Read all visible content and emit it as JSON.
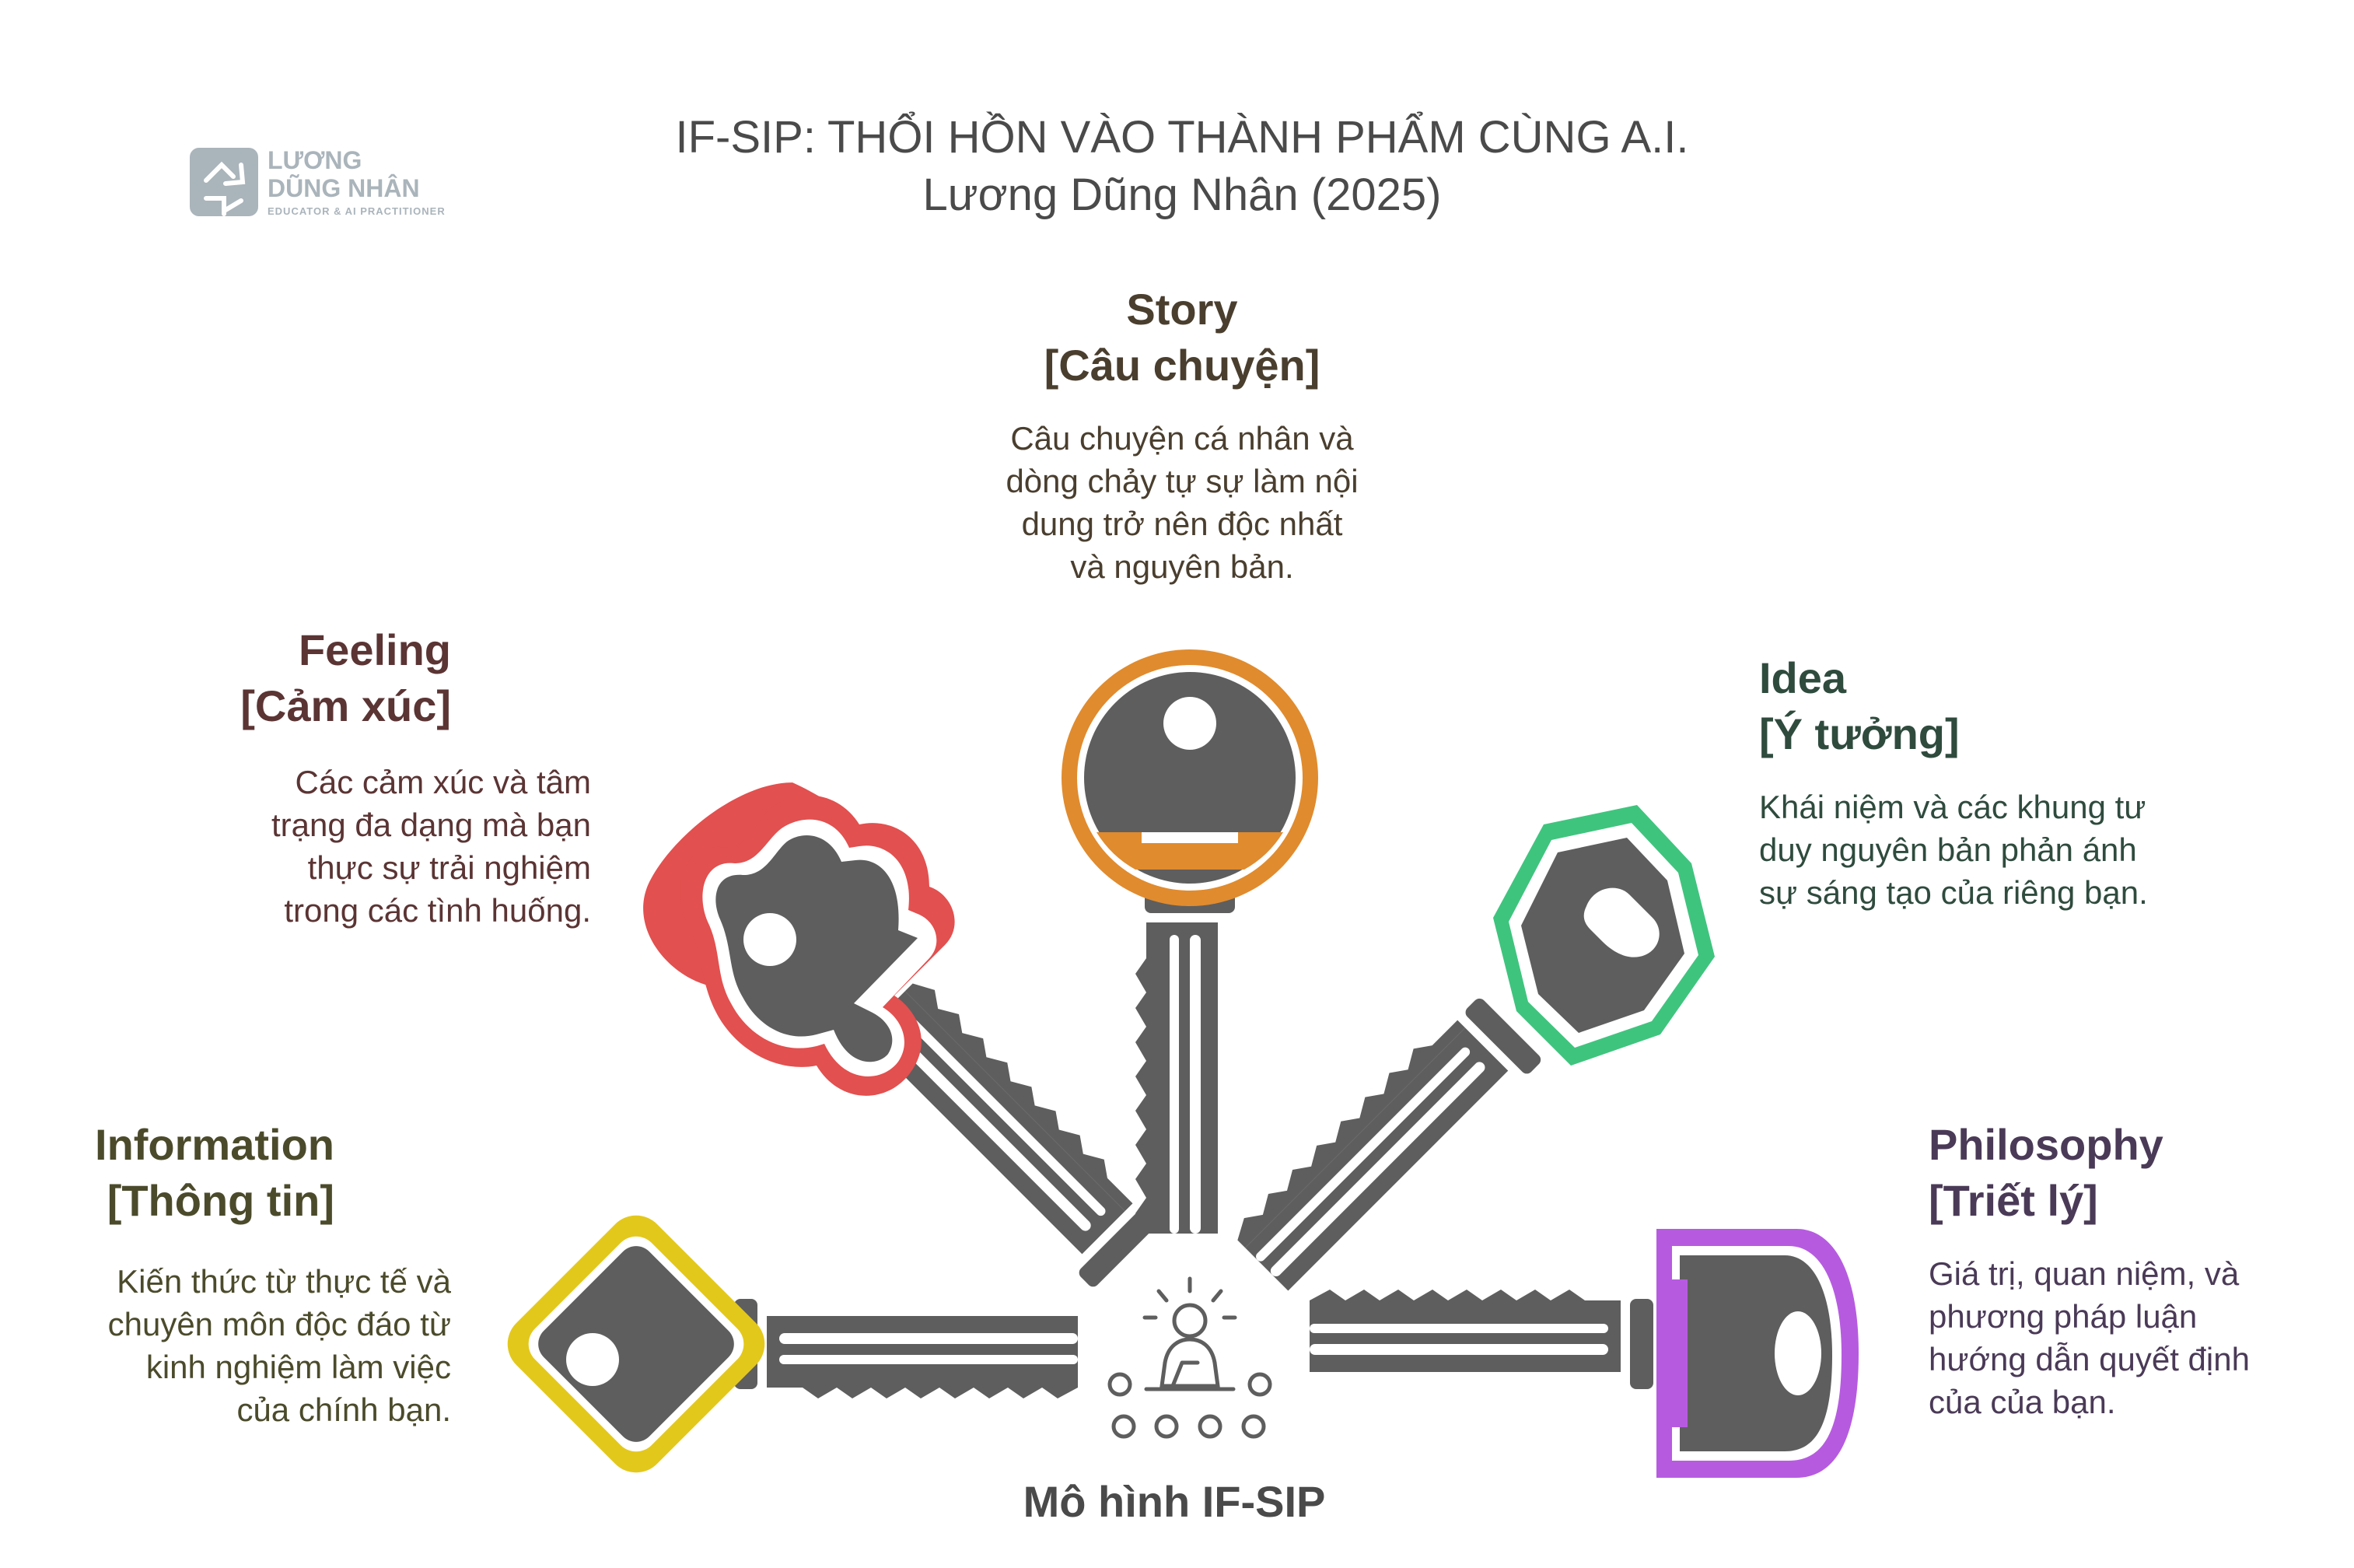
{
  "title": {
    "line1": "IF-SIP: THỔI HỒN VÀO THÀNH PHẨM CÙNG A.I.",
    "line2": "Lương Dũng Nhân (2025)"
  },
  "logo": {
    "line1": "LƯƠNG",
    "line2": "DŨNG NHÂN",
    "tagline": "EDUCATOR & AI PRACTITIONER"
  },
  "center_label": "Mô hình IF-SIP",
  "colors": {
    "story": "#e08b2e",
    "feeling": "#e2504f",
    "idea": "#3fc47e",
    "information": "#e3c81c",
    "philosophy": "#b65be0",
    "key_body": "#5e5e5e"
  },
  "items": {
    "story": {
      "heading": "Story",
      "subheading": "[Câu chuyện]",
      "description": [
        "Câu chuyện cá nhân và",
        "dòng chảy tự sự làm nội",
        "dung trở nên độc nhất",
        "và nguyên bản."
      ]
    },
    "feeling": {
      "heading": "Feeling",
      "subheading": "[Cảm xúc]",
      "description": [
        "Các cảm xúc và tâm",
        "trạng đa dạng mà bạn",
        "thực sự trải nghiệm",
        "trong các tình huống."
      ]
    },
    "idea": {
      "heading": "Idea",
      "subheading": "[Ý tưởng]",
      "description": [
        "Khái niệm và các khung tư",
        "duy nguyên bản phản ánh",
        "sự sáng tạo của riêng bạn."
      ]
    },
    "information": {
      "heading": "Information",
      "subheading": "[Thông tin]",
      "description": [
        "Kiến thức từ thực tế và",
        "chuyên môn độc đáo từ",
        "kinh nghiệm làm việc",
        "của chính bạn."
      ]
    },
    "philosophy": {
      "heading": "Philosophy",
      "subheading": "[Triết lý]",
      "description": [
        "Giá trị, quan niệm, và",
        "phương pháp luận",
        "hướng dẫn quyết định",
        "của của bạn."
      ]
    }
  }
}
